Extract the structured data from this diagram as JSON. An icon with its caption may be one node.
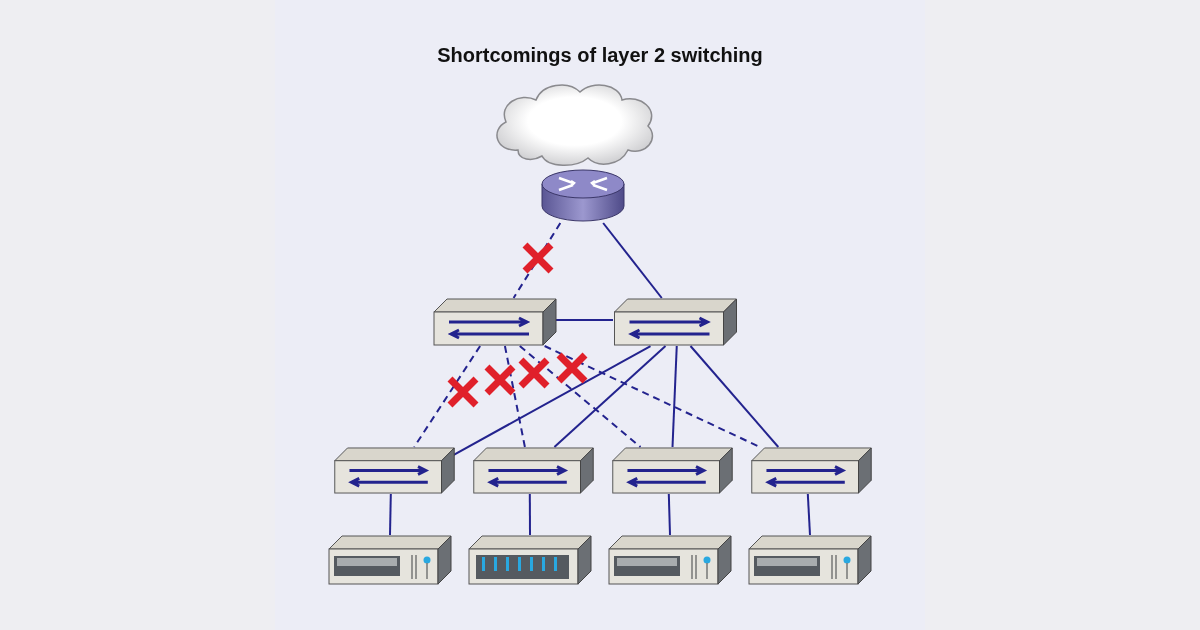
{
  "diagram": {
    "title": "Shortcomings of layer 2 switching",
    "nodes": [
      {
        "text": [],
        "shape": "cloud"
      },
      {
        "text": [],
        "shape": "router"
      },
      {
        "text": [],
        "shape": "switch"
      },
      {
        "text": [],
        "shape": "switch"
      },
      {
        "text": [],
        "shape": "switch"
      },
      {
        "text": [],
        "shape": "switch"
      },
      {
        "text": [],
        "shape": "switch"
      },
      {
        "text": [],
        "shape": "switch"
      },
      {
        "text": [],
        "shape": "server"
      },
      {
        "text": [],
        "shape": "storage"
      },
      {
        "text": [],
        "shape": "server"
      },
      {
        "text": [],
        "shape": "server"
      }
    ],
    "edges": [
      {
        "from": 1,
        "to": 2,
        "arrow": "none",
        "style": "dashed"
      },
      {
        "from": 1,
        "to": 3,
        "arrow": "none"
      },
      {
        "from": 2,
        "to": 3,
        "arrow": "none"
      },
      {
        "from": 2,
        "to": 4,
        "arrow": "none",
        "style": "dashed"
      },
      {
        "from": 2,
        "to": 5,
        "arrow": "none",
        "style": "dashed"
      },
      {
        "from": 2,
        "to": 6,
        "arrow": "none",
        "style": "dashed"
      },
      {
        "from": 2,
        "to": 7,
        "arrow": "none",
        "style": "dashed"
      },
      {
        "from": 3,
        "to": 4,
        "arrow": "none"
      },
      {
        "from": 3,
        "to": 5,
        "arrow": "none"
      },
      {
        "from": 3,
        "to": 6,
        "arrow": "none"
      },
      {
        "from": 3,
        "to": 7,
        "arrow": "none"
      },
      {
        "from": 4,
        "to": 8,
        "arrow": "none"
      },
      {
        "from": 5,
        "to": 9,
        "arrow": "none"
      },
      {
        "from": 6,
        "to": 10,
        "arrow": "none"
      },
      {
        "from": 7,
        "to": 11,
        "arrow": "none"
      }
    ]
  }
}
